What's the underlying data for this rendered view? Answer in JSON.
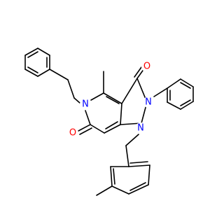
{
  "molecule": {
    "atoms": [
      {
        "id": "o3",
        "symbol": "O",
        "color": "#ff0000"
      },
      {
        "id": "n5",
        "symbol": "N",
        "color": "#0000ff"
      },
      {
        "id": "n2",
        "symbol": "N",
        "color": "#0000ff"
      },
      {
        "id": "o6",
        "symbol": "O",
        "color": "#ff0000"
      },
      {
        "id": "n1",
        "symbol": "N",
        "color": "#0000ff"
      }
    ],
    "bond_color": "#000000",
    "background": "#ffffff"
  }
}
